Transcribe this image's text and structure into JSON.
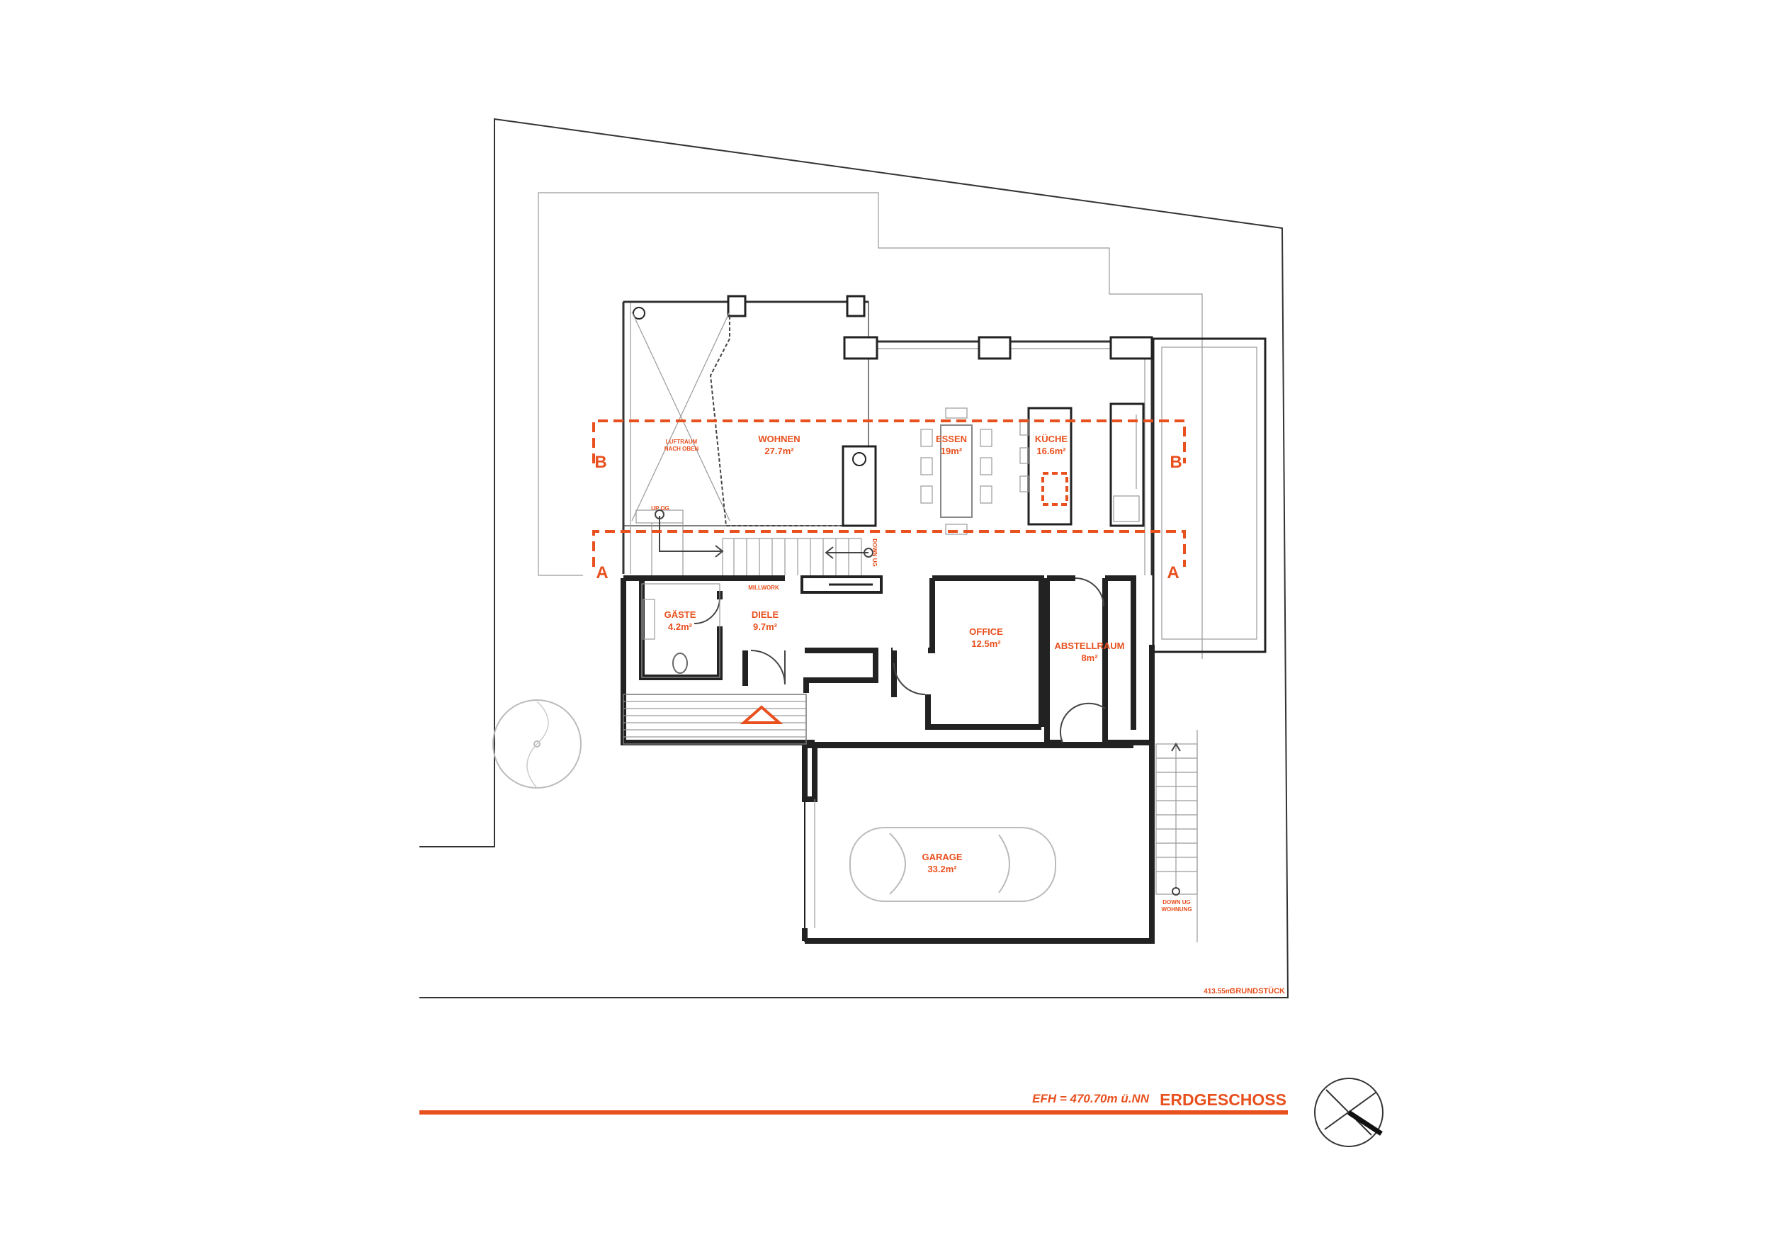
{
  "rooms": {
    "wohnen": {
      "name": "WOHNEN",
      "area": "27.7m²"
    },
    "essen": {
      "name": "ESSEN",
      "area": "19m²"
    },
    "kueche": {
      "name": "KÜCHE",
      "area": "16.6m²"
    },
    "gaeste": {
      "name": "GÄSTE",
      "area": "4.2m²"
    },
    "diele": {
      "name": "DIELE",
      "area": "9.7m²"
    },
    "office": {
      "name": "OFFICE",
      "area": "12.5m²"
    },
    "abstellraum": {
      "name": "ABSTELLRAUM",
      "area": "8m²"
    },
    "garage": {
      "name": "GARAGE",
      "area": "33.2m²"
    }
  },
  "notes": {
    "luftraum_line1": "LUFTRAUM",
    "luftraum_line2": "NACH OBEN",
    "up_og": "UP OG",
    "down_ug": "DOWN UG",
    "millwork": "MILLWORK",
    "down_ug_wohnung_line1": "DOWN UG",
    "down_ug_wohnung_line2": "WOHNUNG"
  },
  "sections": {
    "a_left": "A",
    "a_right": "A",
    "b_left": "B",
    "b_right": "B"
  },
  "site": {
    "area": "413.55m²",
    "label": "GRUNDSTÜCK"
  },
  "footer": {
    "elevation": "EFH = 470.70m ü.NN",
    "title": "ERDGESCHOSS"
  },
  "colors": {
    "accent": "#e8501e",
    "walls": "#222222"
  },
  "icons": [
    "north-arrow-icon",
    "entrance-triangle-icon",
    "tree-icon",
    "car-icon",
    "toilet-icon"
  ]
}
